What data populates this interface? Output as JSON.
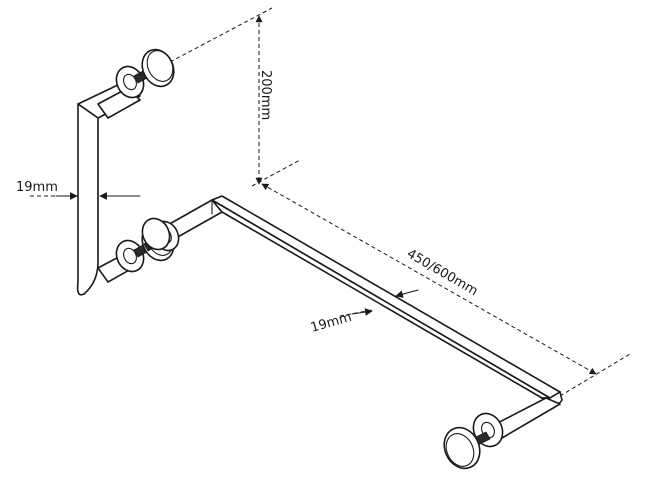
{
  "dimensions": {
    "height_label": "200mm",
    "length_label": "450/600mm",
    "vertical_diameter_label": "19mm",
    "horizontal_diameter_label": "19mm"
  },
  "colors": {
    "line": "#1a1a1a",
    "background": "#ffffff"
  }
}
